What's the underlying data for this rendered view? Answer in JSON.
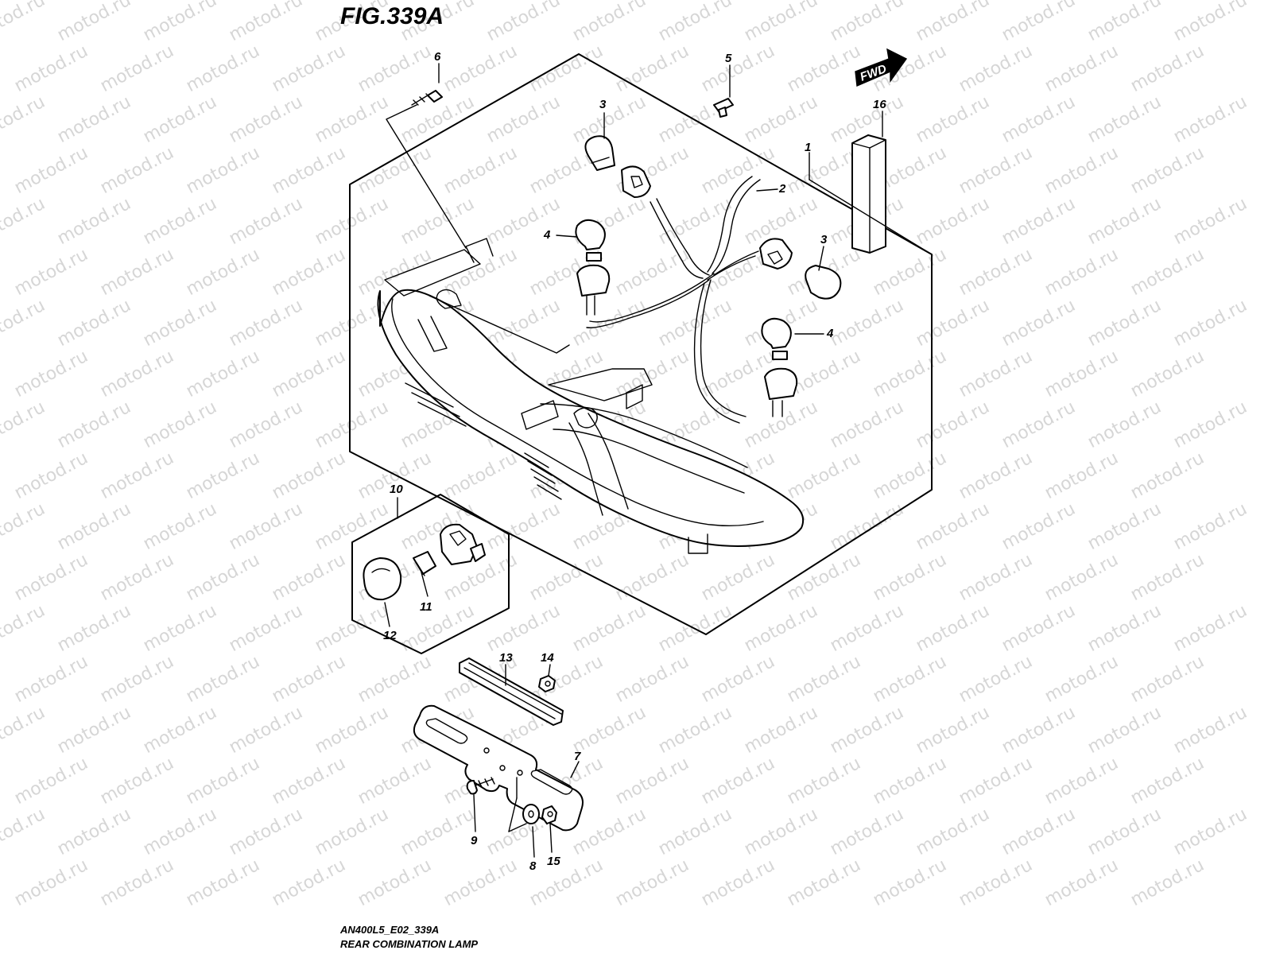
{
  "figure": {
    "title": "FIG.339A",
    "code": "AN400L5_E02_339A",
    "name": "REAR COMBINATION LAMP",
    "forward_label": "FWD"
  },
  "watermark": {
    "text": "motod.ru"
  },
  "callouts": [
    {
      "id": "callout-1",
      "label": "1"
    },
    {
      "id": "callout-2",
      "label": "2"
    },
    {
      "id": "callout-3a",
      "label": "3"
    },
    {
      "id": "callout-3b",
      "label": "3"
    },
    {
      "id": "callout-4a",
      "label": "4"
    },
    {
      "id": "callout-4b",
      "label": "4"
    },
    {
      "id": "callout-5",
      "label": "5"
    },
    {
      "id": "callout-6",
      "label": "6"
    },
    {
      "id": "callout-7",
      "label": "7"
    },
    {
      "id": "callout-8",
      "label": "8"
    },
    {
      "id": "callout-9",
      "label": "9"
    },
    {
      "id": "callout-10",
      "label": "10"
    },
    {
      "id": "callout-11",
      "label": "11"
    },
    {
      "id": "callout-12",
      "label": "12"
    },
    {
      "id": "callout-13",
      "label": "13"
    },
    {
      "id": "callout-14",
      "label": "14"
    },
    {
      "id": "callout-15",
      "label": "15"
    },
    {
      "id": "callout-16",
      "label": "16"
    }
  ]
}
